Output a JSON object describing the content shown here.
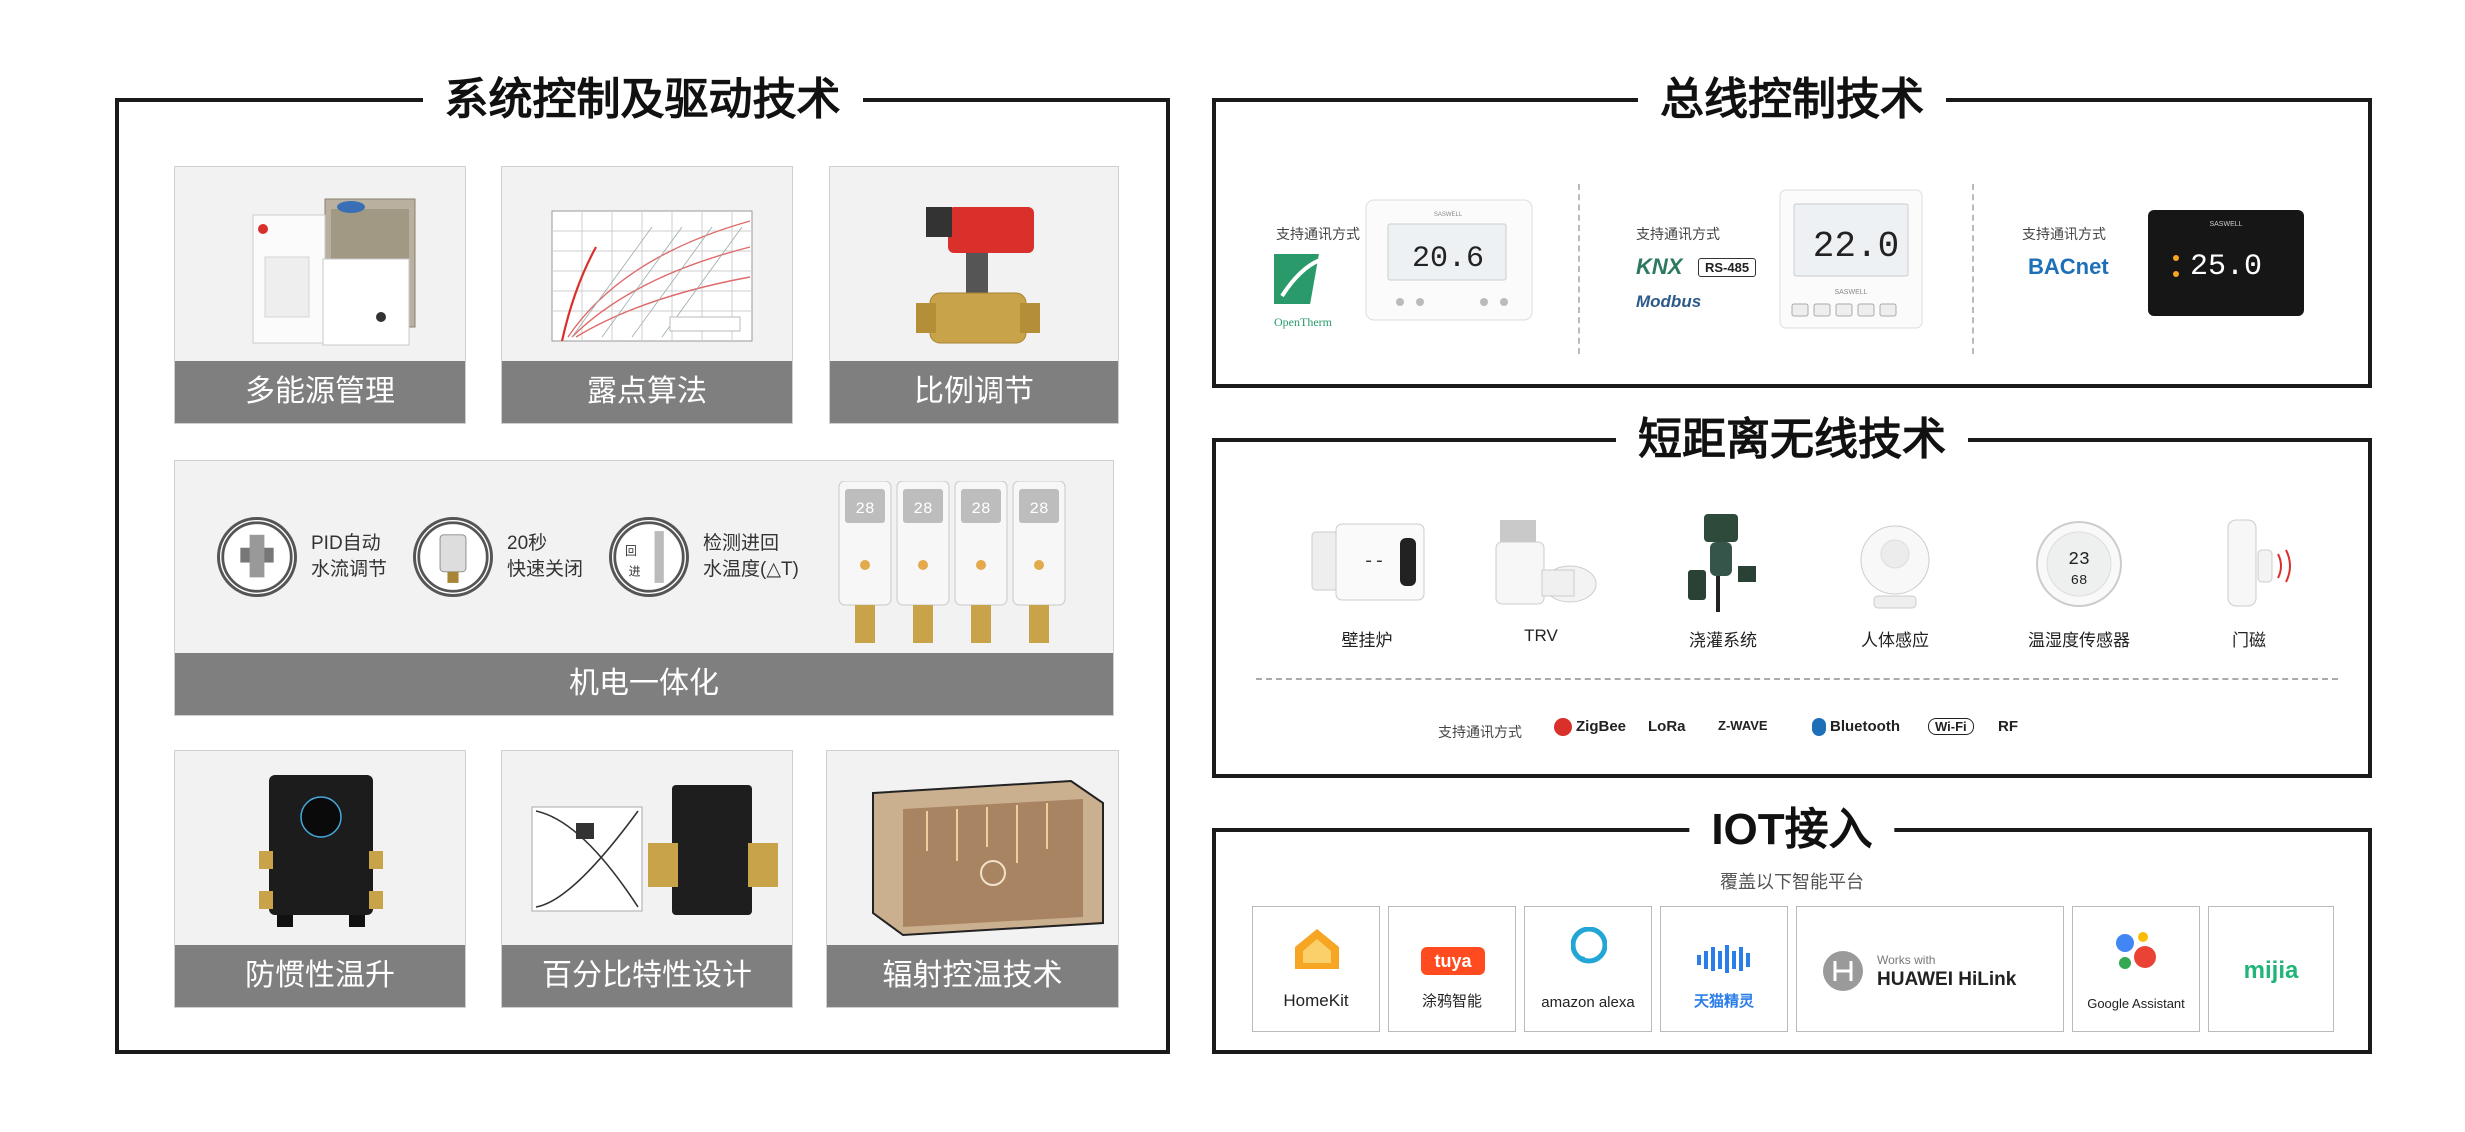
{
  "left": {
    "title": "系统控制及驱动技术",
    "tiles": [
      "多能源管理",
      "露点算法",
      "比例调节",
      "防惯性温升",
      "百分比特性设计",
      "辐射控温技术"
    ],
    "wide": {
      "caption": "机电一体化",
      "features": [
        {
          "line1": "PID自动",
          "line2": "水流调节"
        },
        {
          "line1": "20秒",
          "line2": "快速关闭"
        },
        {
          "line1": "检测进回",
          "line2": "水温度(△T)"
        }
      ],
      "circle_chars": [
        "回",
        "进"
      ],
      "actuator_reading": "28"
    }
  },
  "bus": {
    "title": "总线控制技术",
    "support_label": "支持通讯方式",
    "sections": [
      {
        "protocols": [
          "OpenTherm"
        ],
        "reading": "20.6",
        "brand": "SASWELL"
      },
      {
        "protocols": [
          "KNX",
          "RS-485",
          "Modbus"
        ],
        "reading": "22.0",
        "brand": "SASWELL"
      },
      {
        "protocols": [
          "BACnet"
        ],
        "reading": "25.0",
        "brand": "SASWELL"
      }
    ]
  },
  "wireless": {
    "title": "短距离无线技术",
    "devices": [
      "壁挂炉",
      "TRV",
      "浇灌系统",
      "人体感应",
      "温湿度传感器",
      "门磁"
    ],
    "sensor_reading": "23",
    "support_label": "支持通讯方式",
    "protocols": [
      "ZigBee",
      "LoRa",
      "Z-WAVE",
      "Bluetooth",
      "Wi-Fi",
      "RF"
    ]
  },
  "iot": {
    "title": "IOT接入",
    "subtitle": "覆盖以下智能平台",
    "platforms": [
      "HomeKit",
      "涂鸦智能",
      "amazon alexa",
      "天猫精灵",
      "HUAWEI HiLink",
      "Google Assistant",
      "mijia"
    ],
    "tuya_word": "tuya",
    "hilink_works": "Works with"
  },
  "colors": {
    "caption_gray": "#7f7f7f",
    "accent_red": "#d9302c",
    "frame": "#1a1a1a",
    "tile_bg": "#f2f2f2",
    "bacnet_blue": "#1d6fb8",
    "openTherm_green": "#2a9a6a"
  }
}
